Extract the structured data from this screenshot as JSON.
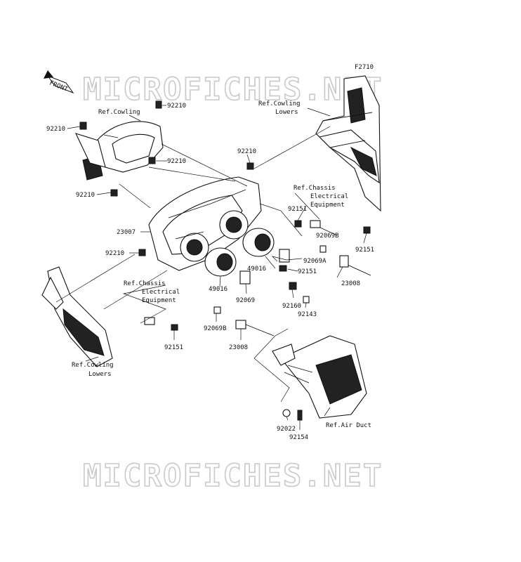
{
  "diagram_code": "F2710",
  "front_indicator": "FRONT",
  "watermark": "MICROFICHES.NET",
  "labels": {
    "ref_cowling": "Ref.Cowling",
    "ref_cowling_lowers_top_1": "Ref.Cowling",
    "ref_cowling_lowers_top_2": "Lowers",
    "ref_chassis_top_1": "Ref.Chassis",
    "ref_chassis_top_2": "Electrical",
    "ref_chassis_top_3": "Equipment",
    "ref_chassis_left_1": "Ref.Chassis",
    "ref_chassis_left_2": "Electrical",
    "ref_chassis_left_3": "Equipment",
    "ref_cowling_lowers_left_1": "Ref.Cowling",
    "ref_cowling_lowers_left_2": "Lowers",
    "ref_air_duct": "Ref.Air Duct"
  },
  "part_numbers": {
    "p92210_a": "92210",
    "p92210_b": "92210",
    "p92210_c": "92210",
    "p92210_d": "92210",
    "p92210_e": "92210",
    "p92210_f": "92210",
    "p23007": "23007",
    "p92151_a": "92151",
    "p92151_b": "92151",
    "p92151_c": "92151",
    "p92151_d": "92151",
    "p92069B_a": "92069B",
    "p92069B_b": "92069B",
    "p92069A": "92069A",
    "p49016_a": "49016",
    "p49016_b": "49016",
    "p92069": "92069",
    "p92160": "92160",
    "p92143": "92143",
    "p23008_a": "23008",
    "p23008_b": "23008",
    "p92022": "92022",
    "p92154": "92154"
  }
}
